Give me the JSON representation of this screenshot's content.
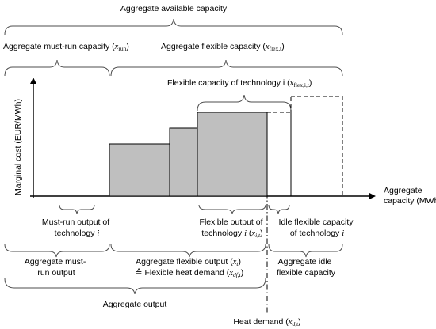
{
  "labels": {
    "aggregate_available_capacity": "Aggregate available capacity",
    "aggregate_mustrun_capacity": "Aggregate must-run capacity",
    "aggregate_mustrun_capacity_sym": "x",
    "aggregate_mustrun_capacity_sub": "run",
    "aggregate_flexible_capacity": "Aggregate flexible capacity",
    "aggregate_flexible_capacity_sym": "x",
    "aggregate_flexible_capacity_sub": "flex,t",
    "flexible_capacity_tech_i": "Flexible capacity of technology i",
    "flexible_capacity_tech_i_sym": "x",
    "flexible_capacity_tech_i_sub": "flex,i,t",
    "y_axis": "Marginal cost (EUR/MWh)",
    "x_axis_line1": "Aggregate",
    "x_axis_line2": "capacity (MWh)",
    "mustrun_output_line1": "Must-run output of",
    "mustrun_output_line2": "technology",
    "mustrun_output_line2_it": "i",
    "flexible_output_line1": "Flexible output of",
    "flexible_output_line2": "technology",
    "flexible_output_line2_it": "i",
    "flexible_output_sym": "x",
    "flexible_output_sub": "i,t",
    "idle_flexible_line1": "Idle flexible capacity",
    "idle_flexible_line2": "of technology",
    "idle_flexible_line2_it": "i",
    "aggregate_mustrun_output_line1": "Aggregate must-",
    "aggregate_mustrun_output_line2": "run output",
    "aggregate_flexible_output_line1": "Aggregate flexible output",
    "aggregate_flexible_output_sym": "x",
    "aggregate_flexible_output_sub": "t",
    "flexible_heat_demand_prefix": "≙ Flexible heat demand",
    "flexible_heat_demand_sym": "x",
    "flexible_heat_demand_sub": "df,t",
    "aggregate_idle_line1": "Aggregate idle",
    "aggregate_idle_line2": "flexible capacity",
    "aggregate_output": "Aggregate output",
    "heat_demand": "Heat demand",
    "heat_demand_sym": "x",
    "heat_demand_sub": "d,t"
  },
  "colors": {
    "line": "#000000",
    "bar_fill": "#bfbfbf",
    "brace": "#4d4d4d"
  }
}
